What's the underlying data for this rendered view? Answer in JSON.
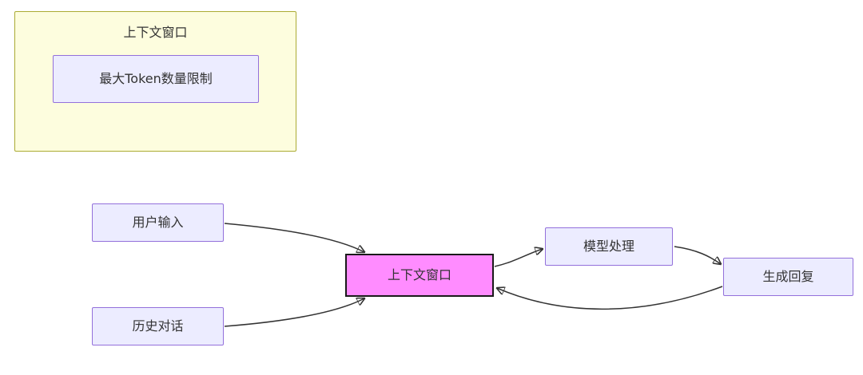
{
  "diagram": {
    "subgraph": {
      "title": "上下文窗口",
      "token_limit_node": "最大Token数量限制"
    },
    "nodes": {
      "user_input": "用户输入",
      "history_dialog": "历史对话",
      "context_window": "上下文窗口",
      "model_processing": "模型处理",
      "generate_reply": "生成回复"
    },
    "edges": [
      {
        "from": "user_input",
        "to": "context_window"
      },
      {
        "from": "history_dialog",
        "to": "context_window"
      },
      {
        "from": "context_window",
        "to": "model_processing"
      },
      {
        "from": "model_processing",
        "to": "generate_reply"
      },
      {
        "from": "generate_reply",
        "to": "context_window"
      }
    ],
    "colors": {
      "subgraph_bg": "#fdfdde",
      "subgraph_border": "#abab33",
      "node_bg": "#ececff",
      "node_border": "#9370db",
      "highlight_bg": "#ff8cff",
      "highlight_border": "#1a1a1a",
      "edge_color": "#333333"
    }
  }
}
